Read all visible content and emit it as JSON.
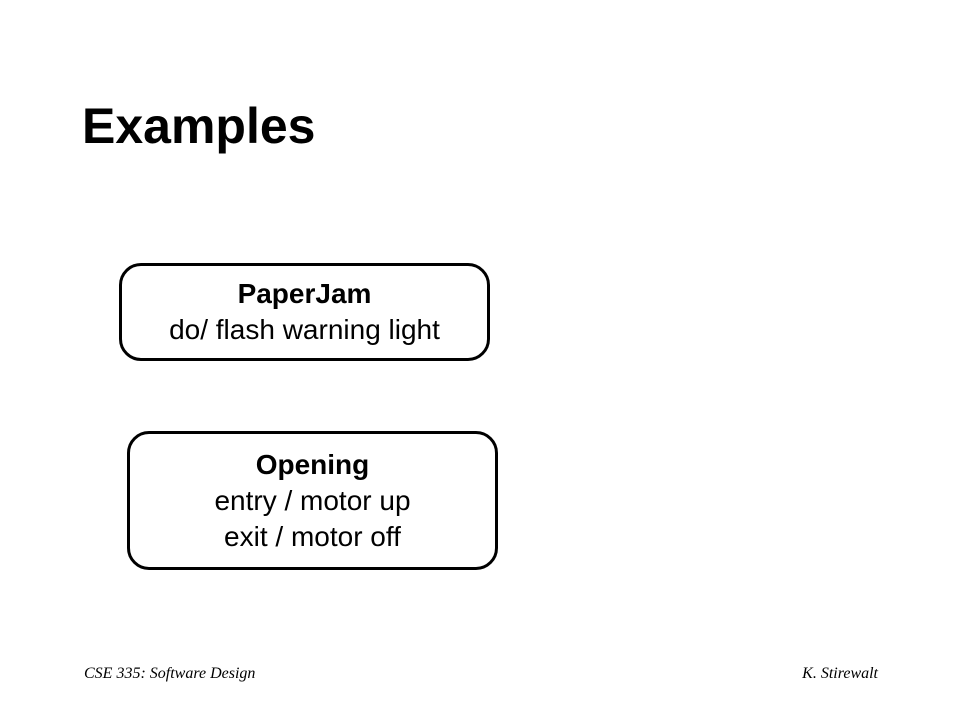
{
  "slide": {
    "title": "Examples"
  },
  "states": {
    "paperjam": {
      "name": "PaperJam",
      "actions": [
        "do/ flash warning light"
      ]
    },
    "opening": {
      "name": "Opening",
      "actions": [
        "entry / motor up",
        "exit / motor off"
      ]
    }
  },
  "footer": {
    "course": "CSE 335: Software Design",
    "author": "K. Stirewalt"
  }
}
